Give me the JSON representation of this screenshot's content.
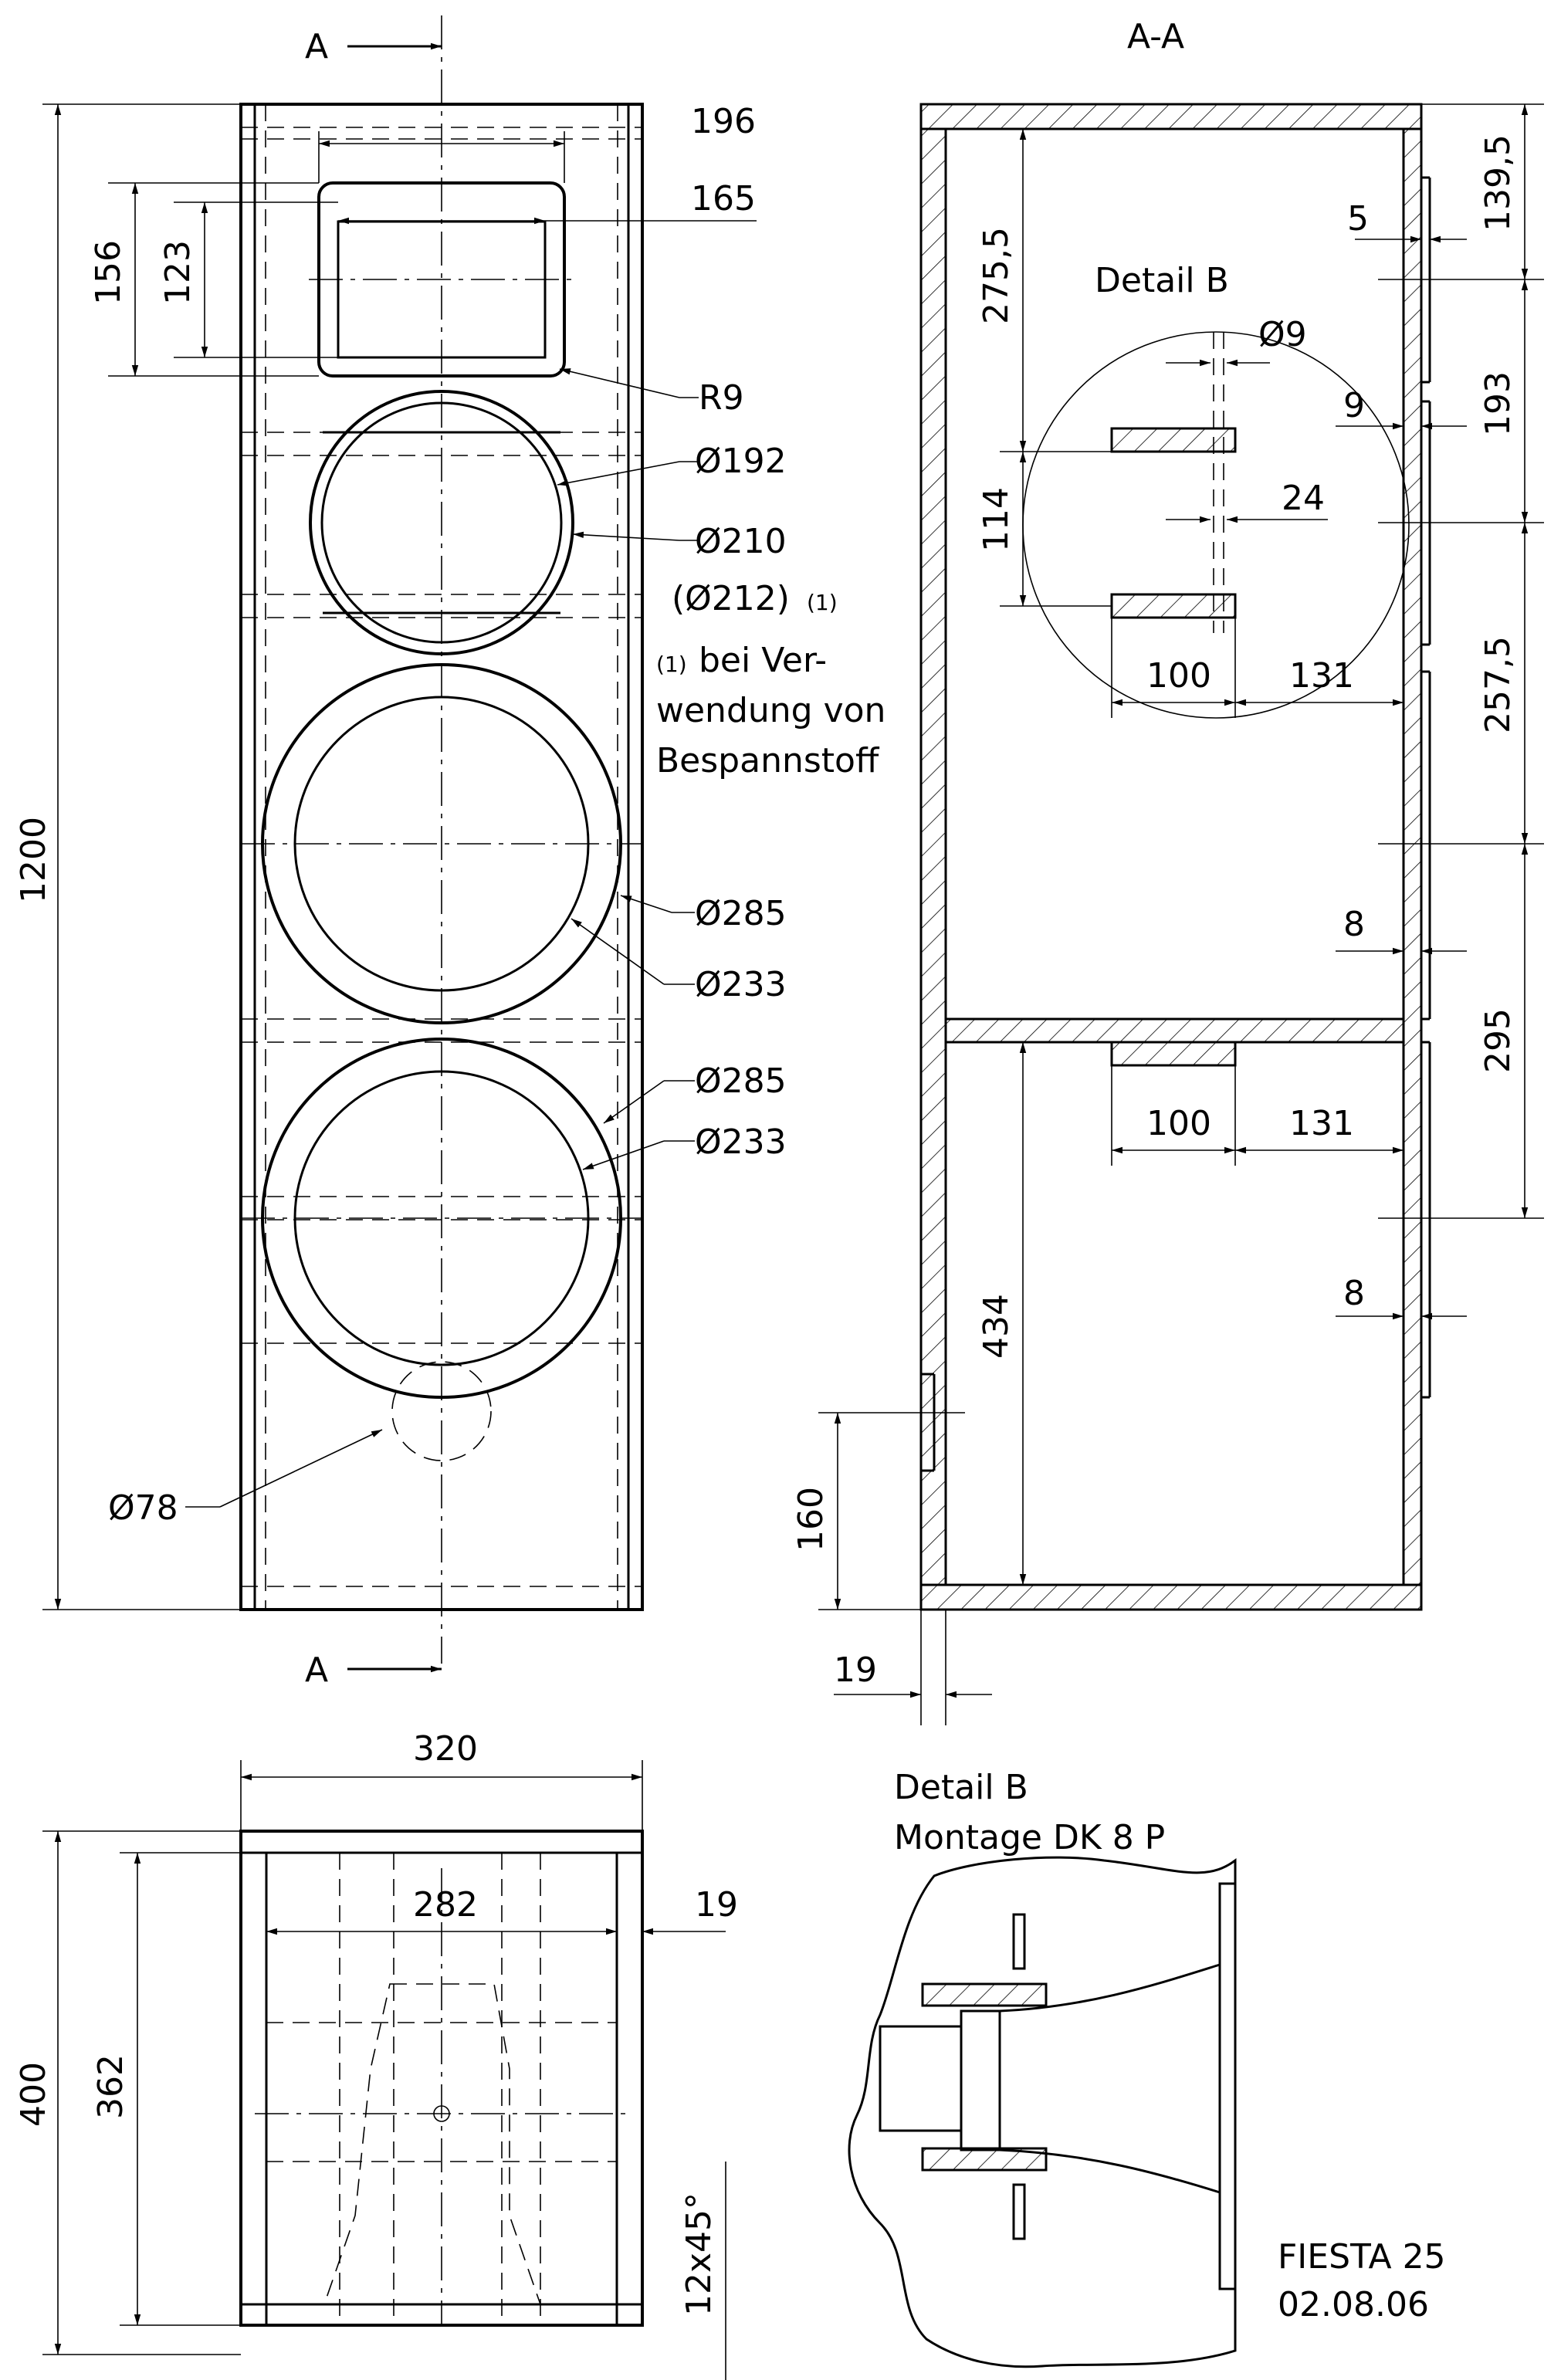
{
  "labels": {
    "section_top": "A",
    "section_bottom": "A",
    "section_title": "A-A",
    "detail_b_inline": "Detail B",
    "detail_b_title": "Detail B",
    "detail_b_subtitle": "Montage DK 8 P",
    "title": "FIESTA 25",
    "date": "02.08.06"
  },
  "front": {
    "d196": "196",
    "d165": "165",
    "d156": "156",
    "d123": "123",
    "r9": "R9",
    "d192": "Ø192",
    "d210": "Ø210",
    "d212": "(Ø212)",
    "d212_note_ref": "(1)",
    "note_ref": "(1)",
    "note_line1": "bei Ver-",
    "note_line2": "wendung von",
    "note_line3": "Bespannstoff",
    "d285a": "Ø285",
    "d233a": "Ø233",
    "d285b": "Ø285",
    "d233b": "Ø233",
    "d78": "Ø78",
    "d1200": "1200"
  },
  "section": {
    "d139_5": "139,5",
    "d5": "5",
    "d9_dia": "Ø9",
    "d275_5": "275,5",
    "d9": "9",
    "d193": "193",
    "d24": "24",
    "d114": "114",
    "d100a": "100",
    "d131a": "131",
    "d257_5": "257,5",
    "d8a": "8",
    "d295": "295",
    "d100b": "100",
    "d131b": "131",
    "d434": "434",
    "d8b": "8",
    "d160": "160",
    "d19": "19"
  },
  "top": {
    "d320": "320",
    "d282": "282",
    "d19": "19",
    "d400": "400",
    "d362": "362",
    "chamfer": "12x45°"
  }
}
